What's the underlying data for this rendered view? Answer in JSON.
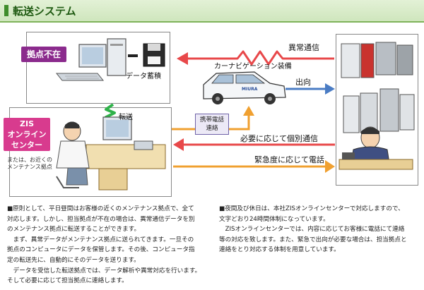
{
  "header": {
    "title": "転送システム"
  },
  "left_top": {
    "label": "拠点不在",
    "data_storage": "データ蓄積",
    "transfer": "転送"
  },
  "left_bottom": {
    "label_lines": [
      "ZIS",
      "オンライン",
      "センター"
    ],
    "note_lines": [
      "または、お近くの",
      "メンテナンス拠点"
    ]
  },
  "middle": {
    "car_nav": "カーナビゲーション装備",
    "car_brand": "MIURA",
    "departure": "出向",
    "mobile_contact_lines": [
      "携帯電話",
      "連絡"
    ]
  },
  "arrows": {
    "abnormal": "異常通信",
    "individual": "必要に応じて個別通信",
    "urgent": "緊急度に応じて電話"
  },
  "colors": {
    "header_bg": "#d9ecc9",
    "header_text": "#1f5a12",
    "purple_label": "#8b2b8d",
    "pink_label": "#d83b8e",
    "red_arrow": "#e8484a",
    "blue_arrow": "#4a7cc4",
    "orange_arrow": "#f0a030",
    "green_zigzag": "#2fb24a"
  },
  "text_left": [
    "■原則として、平日昼間はお客様の近くのメンテナンス拠点で、全て",
    "対応します。しかし、担当拠点が不在の場合は、異常通信データを別",
    "のメンテナンス拠点に転送することができます。",
    "　まず、異常データがメンテナンス拠点に送られてきます。一旦その",
    "拠点のコンピュータにデータを保管します。その後、コンピュータ指",
    "定の転送先に、自動的にそのデータを送ります。",
    "　データを受信した転送拠点では、データ解析や異常対応を行います。",
    "そして必要に応じて担当拠点に連絡します。"
  ],
  "text_right": [
    "■夜間及び休日は、本社ZISオンラインセンターで対応しますので、",
    "文字どおり24時間体制になっています。",
    "　ZISオンラインセンターでは、内容に応じてお客様に電話にて連絡",
    "等の対応を致します。また、緊急で出向が必要な場合は、担当拠点と",
    "連絡をとり対応する体制を用意しています。"
  ]
}
